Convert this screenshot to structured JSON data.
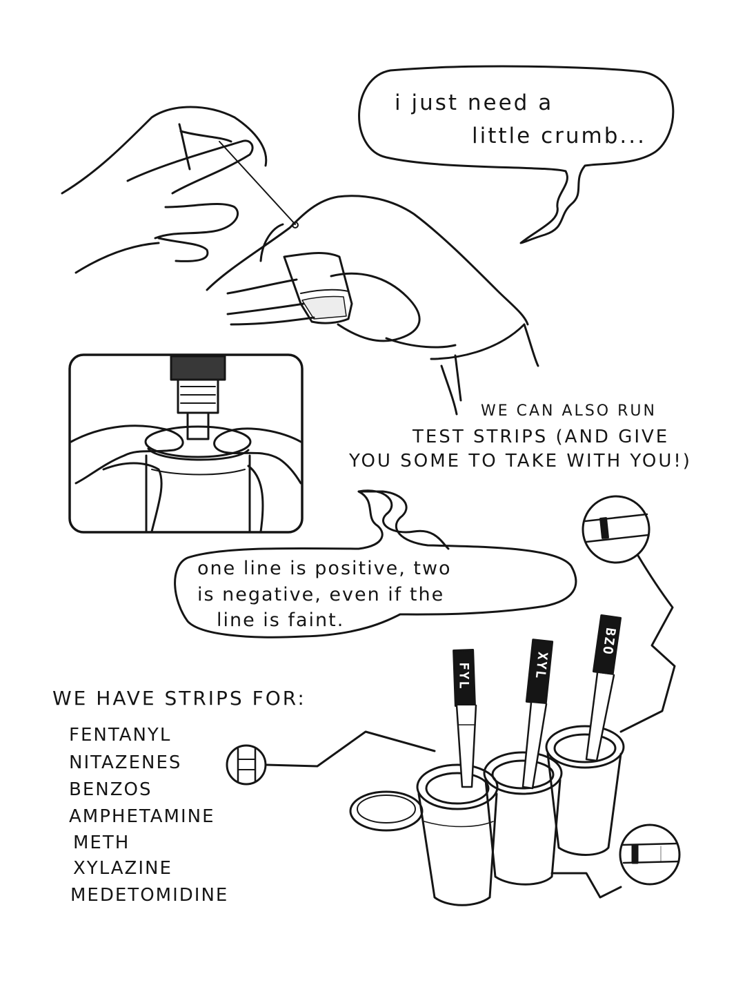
{
  "top_bubble": {
    "line1": "i  just  need  a",
    "line2": "little  crumb..."
  },
  "middle_caption": {
    "line1": "WE  CAN  ALSO  RUN",
    "line2": "TEST  STRIPS  (AND  GIVE",
    "line3": "YOU  SOME  TO  TAKE  WITH  YOU!)"
  },
  "lower_bubble": {
    "line1": "one line is positive, two",
    "line2": "is negative, even if the",
    "line3": "line is faint."
  },
  "strips_heading": "WE  HAVE  STRIPS  FOR:",
  "strip_types": [
    "FENTANYL",
    "NITAZENES",
    "BENZOS",
    "AMPHETAMINE",
    "METH",
    "XYLAZINE",
    "MEDETOMIDINE"
  ],
  "strip_labels": {
    "fyl": "FYL",
    "xyl": "XYL",
    "bzo": "BZO"
  },
  "colors": {
    "ink": "#151515",
    "paper": "#ffffff"
  }
}
